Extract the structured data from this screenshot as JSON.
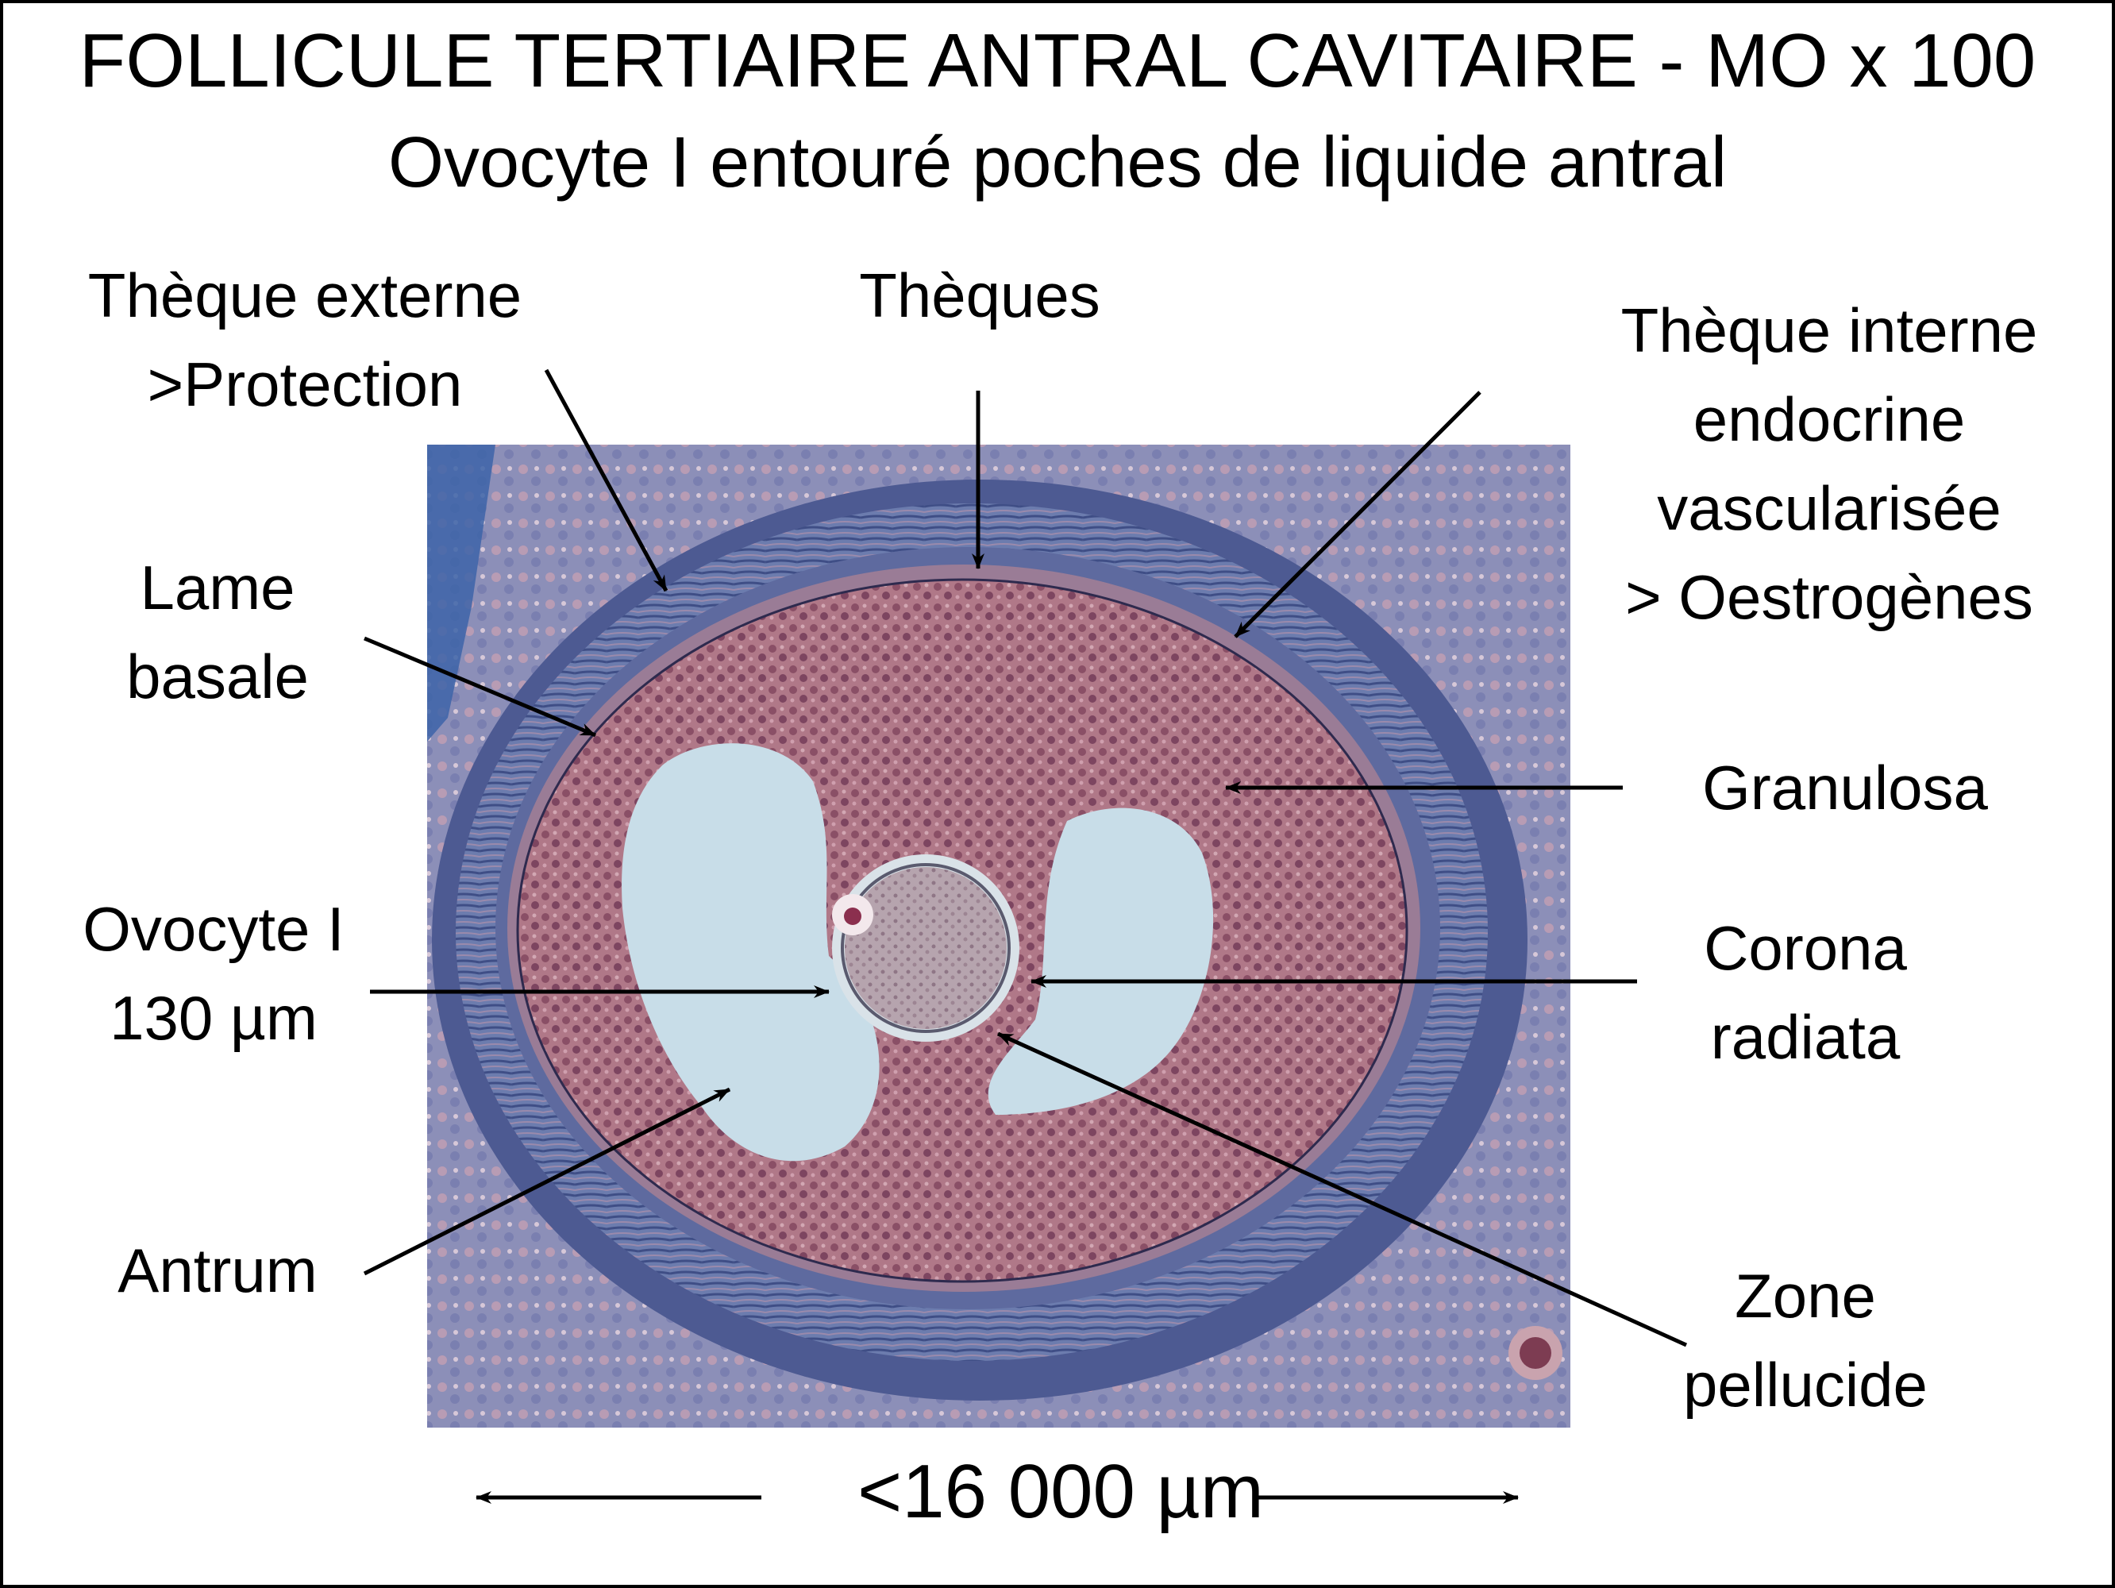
{
  "title": "FOLLICULE TERTIAIRE ANTRAL CAVITAIRE - MO x 100",
  "subtitle": "Ovocyte I entouré poches de liquide antral",
  "labels": {
    "theque_externe": [
      "Thèque externe",
      ">Protection"
    ],
    "theques": "Thèques",
    "theque_interne": [
      "Thèque interne",
      "endocrine",
      "vascularisée",
      "> Oestrogènes"
    ],
    "lame_basale": [
      "Lame",
      "basale"
    ],
    "granulosa": "Granulosa",
    "ovocyte": [
      "Ovocyte I",
      "130 µm"
    ],
    "corona": [
      "Corona",
      "radiata"
    ],
    "antrum": "Antrum",
    "zone_pellucide": [
      "Zone",
      "pellucide"
    ]
  },
  "scale": "<16 000 µm",
  "colors": {
    "background": "#ffffff",
    "theca_blue": "#6e7fb0",
    "granulosa_pink": "#b07888",
    "antrum_fluid": "#c8dde8",
    "oocyte": "#b8a7b0"
  }
}
